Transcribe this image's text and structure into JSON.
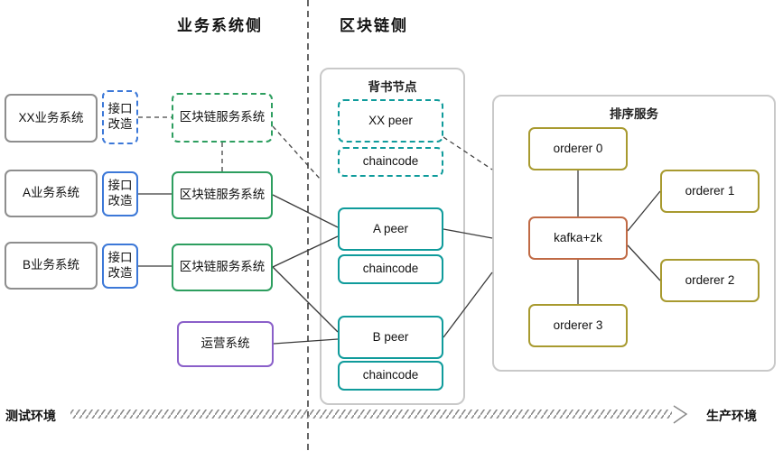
{
  "titles": {
    "business_side": "业务系统侧",
    "blockchain_side": "区块链侧"
  },
  "groups": {
    "endorsement": "背书节点",
    "ordering": "排序服务"
  },
  "nodes": {
    "xx_business": "XX业务系统",
    "a_business": "A业务系统",
    "b_business": "B业务系统",
    "interface_refit": "接口改造",
    "blockchain_service": "区块链服务系统",
    "operations": "运营系统",
    "xx_peer": "XX peer",
    "a_peer": "A peer",
    "b_peer": "B peer",
    "chaincode": "chaincode",
    "orderer0": "orderer 0",
    "orderer1": "orderer 1",
    "orderer2": "orderer 2",
    "orderer3": "orderer 3",
    "kafka_zk": "kafka+zk"
  },
  "environment": {
    "left": "测试环境",
    "right": "生产环境"
  },
  "colors": {
    "gray_border": "#8e8e8e",
    "blue_border": "#3c78d8",
    "green_border": "#2d9e5f",
    "teal_border": "#0f9b9b",
    "purple_border": "#8a5fc9",
    "olive_border": "#a89a2f",
    "orange_border": "#c06a45",
    "container_border": "#c9c9c9",
    "connector_line": "#3a3a3a",
    "env_arrow": "#8a8a8a"
  }
}
